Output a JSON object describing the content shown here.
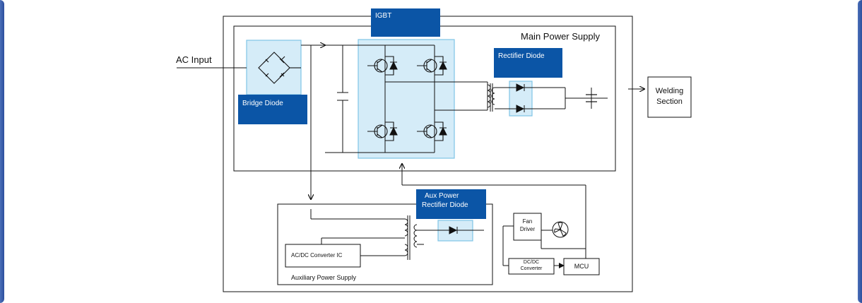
{
  "diagram": {
    "labels": {
      "ac_input": "AC Input",
      "main_power_supply": "Main Power Supply",
      "igbt": "IGBT",
      "rectifier_diode": "Rectifier Diode",
      "bridge_diode": "Bridge Diode",
      "welding_line1": "Welding",
      "welding_line2": "Section",
      "aux_power_line1": "Aux Power",
      "aux_power_line2": "Rectifier Diode",
      "fan_line1": "Fan",
      "fan_line2": "Driver",
      "acdc_converter": "AC/DC Converter IC",
      "dcdc_line1": "DC/DC",
      "dcdc_line2": "Converter",
      "mcu": "MCU",
      "auxiliary_power_supply": "Auxiliary Power Supply"
    },
    "colors": {
      "label_box": "#0b55a6",
      "highlight_fill": "#d5ecf8",
      "highlight_stroke": "#7fc4e6",
      "line": "#111111",
      "page_edge": "#3b5ea8"
    },
    "icons": [
      "bridge-rectifier-icon",
      "transistor-icon",
      "diode-icon",
      "transformer-icon",
      "capacitor-icon",
      "fan-icon"
    ]
  }
}
